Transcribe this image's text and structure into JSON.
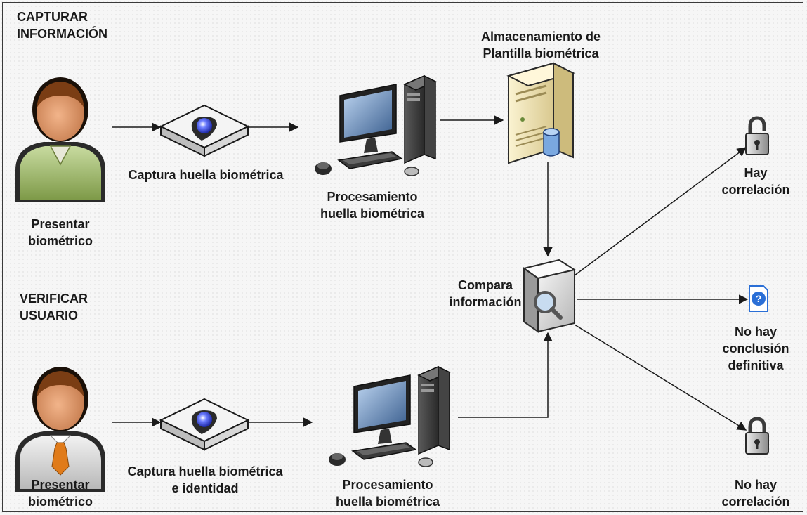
{
  "sections": {
    "capture_title": "CAPTURAR\nINFORMACIÓN",
    "verify_title": "VERIFICAR\nUSUARIO"
  },
  "top_row": {
    "person_label": "Presentar\nbiométrico",
    "scanner_label": "Captura huella biométrica",
    "computer_label": "Procesamiento\nhuella biométrica",
    "storage_label": "Almacenamiento de\nPlantilla biométrica"
  },
  "bottom_row": {
    "person_label": "Presentar\nbiométrico",
    "scanner_label": "Captura huella biométrica\ne identidad",
    "computer_label": "Procesamiento\nhuella biométrica"
  },
  "compare": {
    "label": "Compara\ninformación"
  },
  "outcomes": {
    "match": "Hay\ncorrelación",
    "inconclusive": "No hay\nconclusión\ndefinitiva",
    "no_match": "No hay\ncorrelación"
  },
  "colors": {
    "person_green": "#9cb56a",
    "person_gray": "#d9d9d9",
    "tie_orange": "#e07b1a",
    "skin": "#d9956a",
    "hair": "#7a3d14",
    "server_beige": "#efe2b0",
    "db_blue": "#7aa8e0",
    "help_blue": "#2b6fd6"
  },
  "icons": {
    "person": "person-icon",
    "scanner": "fingerprint-scanner-icon",
    "computer": "desktop-computer-icon",
    "server": "database-server-icon",
    "compare": "magnifier-compare-icon",
    "lock_closed": "lock-closed-icon",
    "lock_open": "lock-open-icon",
    "help": "help-document-icon"
  }
}
